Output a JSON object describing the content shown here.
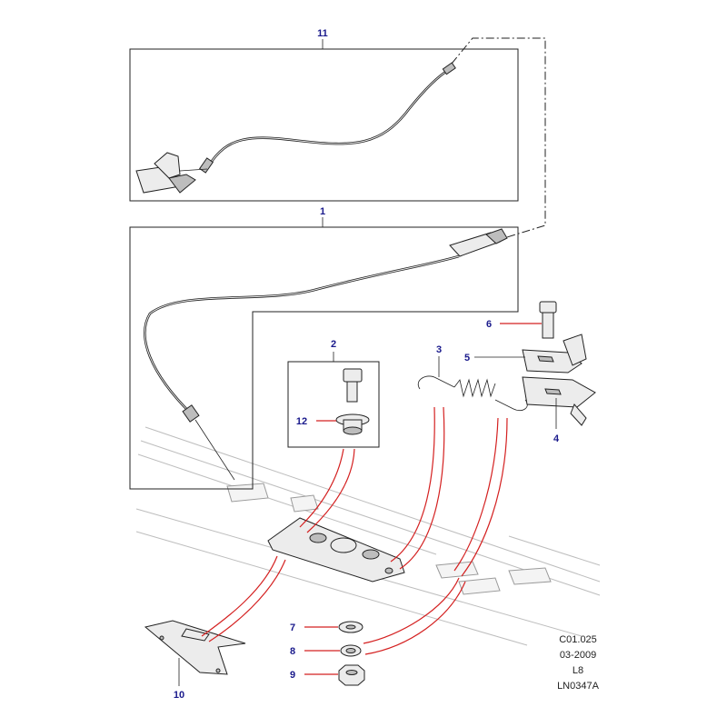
{
  "callouts": {
    "c1": "1",
    "c2": "2",
    "c3": "3",
    "c4": "4",
    "c5": "5",
    "c6": "6",
    "c7": "7",
    "c8": "8",
    "c9": "9",
    "c10": "10",
    "c11": "11",
    "c12": "12"
  },
  "reference_block": {
    "code": "C01.025",
    "date": "03-2009",
    "model": "L8",
    "drawing": "LN0347A"
  },
  "colors": {
    "callout_text": "#1a1a8c",
    "connector_lines": "#d42020"
  }
}
